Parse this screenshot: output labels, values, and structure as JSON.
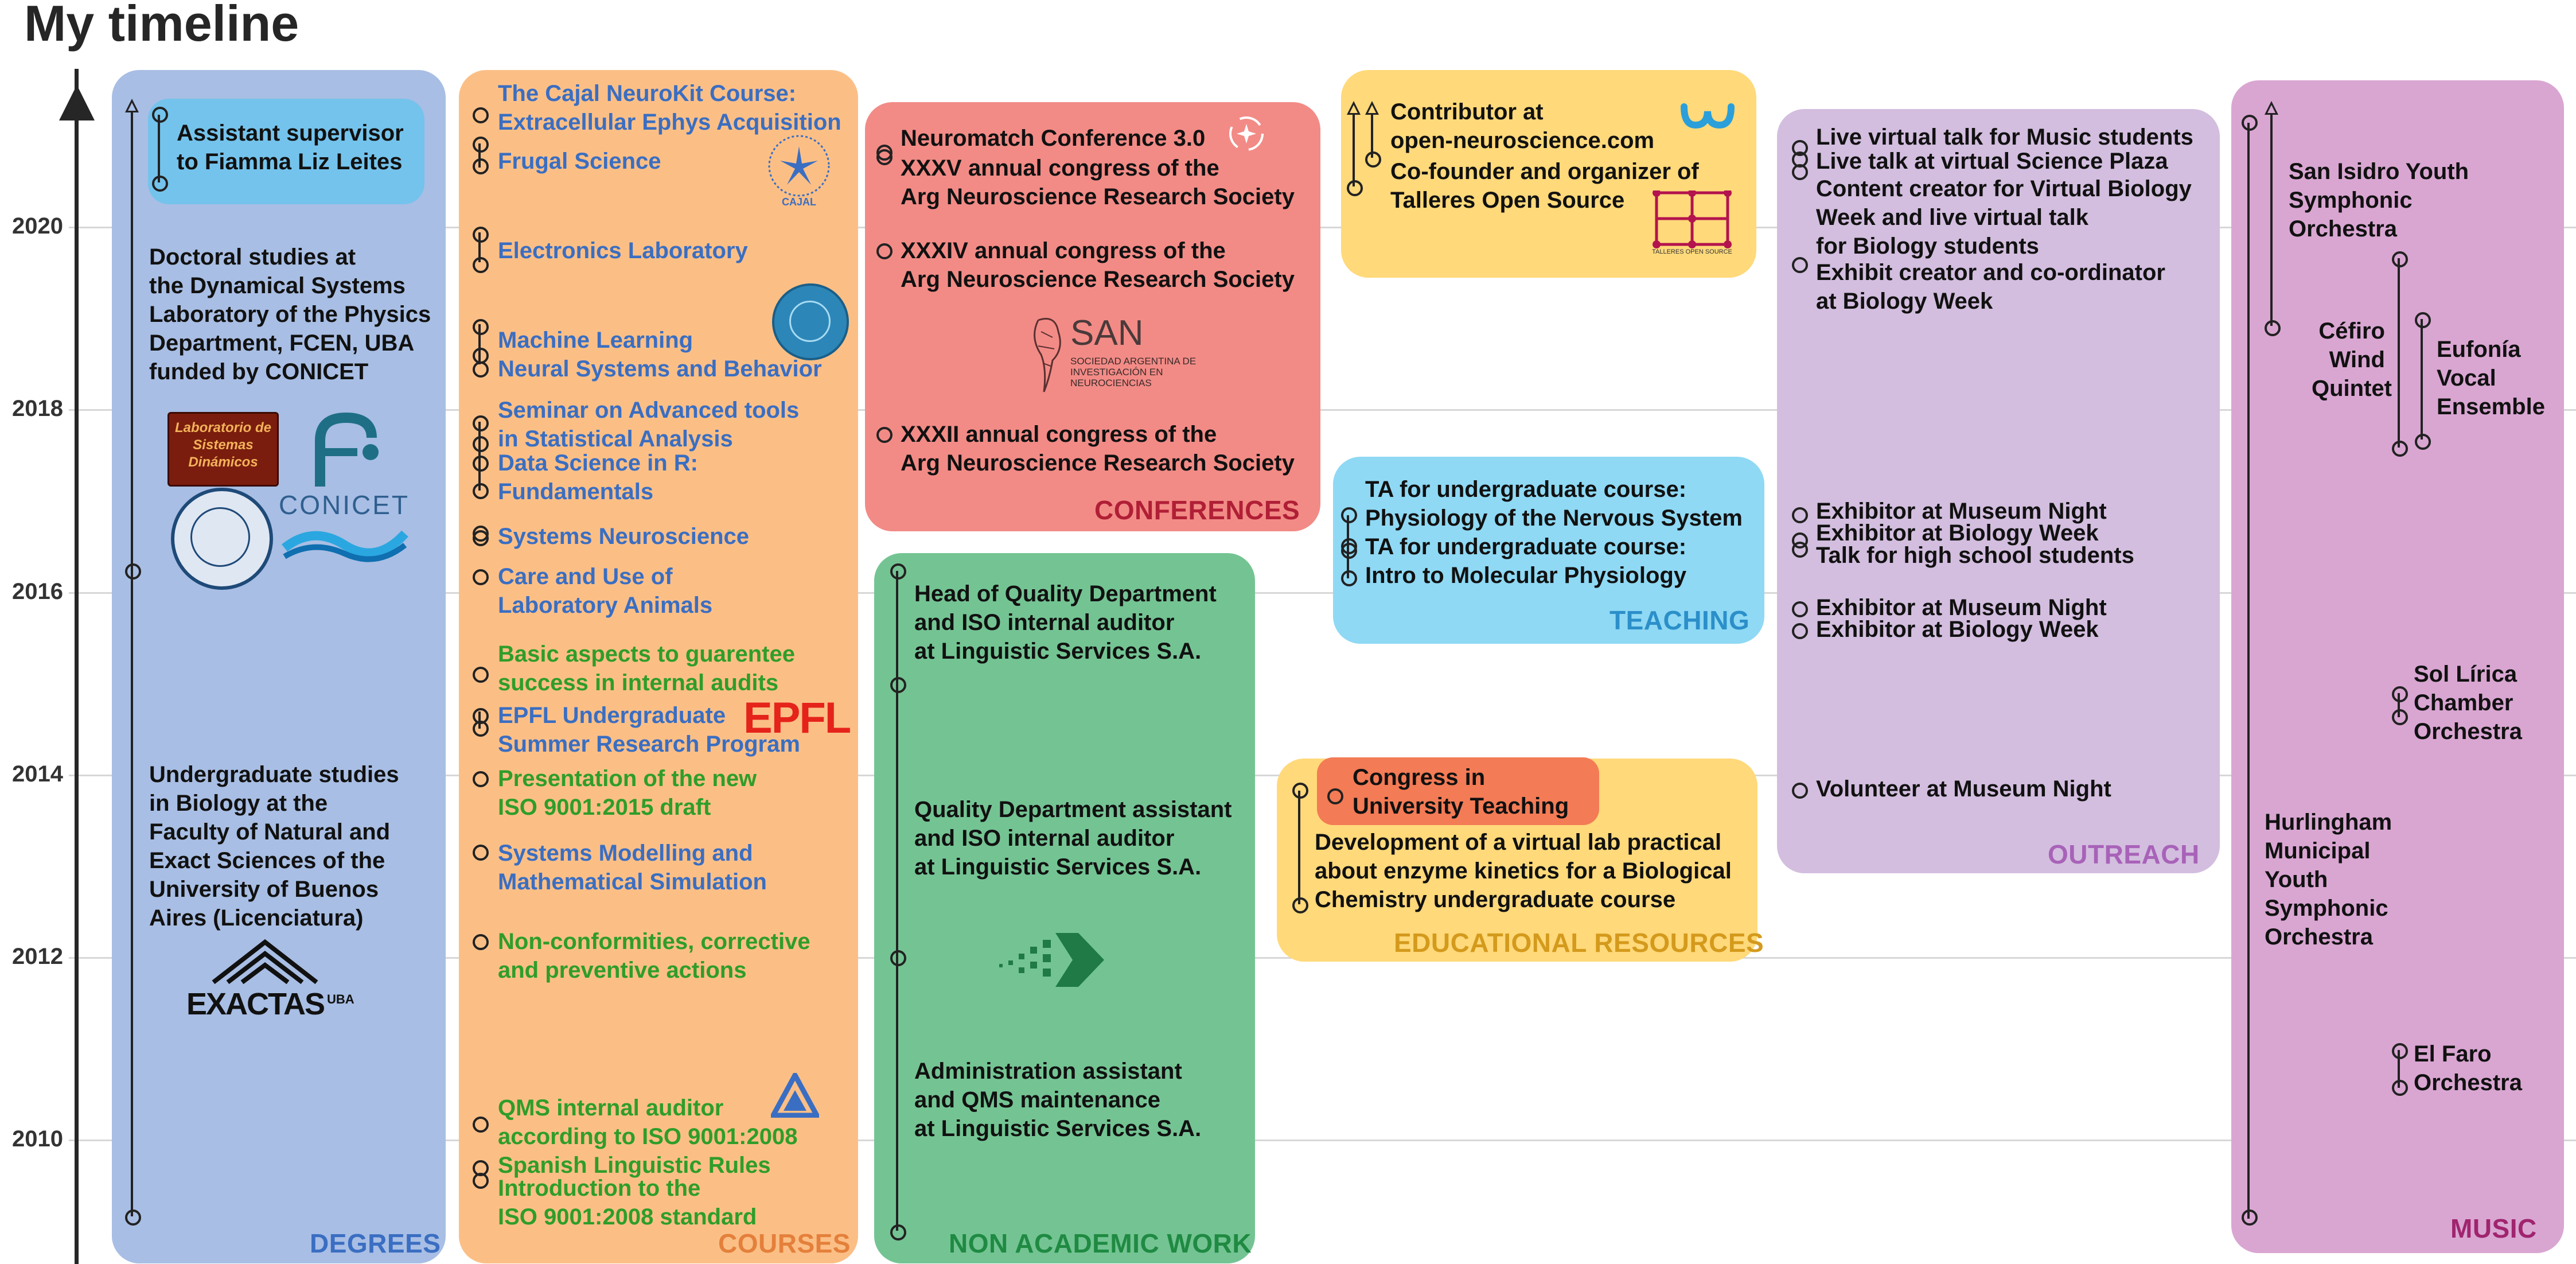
{
  "title": "My timeline",
  "colors": {
    "degrees": "#a8bee4",
    "courses": "#fbbf86",
    "conferences": "#f28b86",
    "non_academic": "#74c493",
    "teaching": "#8fd9f4",
    "educational": "#ffd97a",
    "outreach": "#d3bedf",
    "music": "#d9a6d2",
    "contributor": "#ffd97a",
    "assistant_box": "#74c3ec",
    "congress_box": "#f37b55"
  },
  "axis": {
    "years": [
      "2020",
      "2018",
      "2016",
      "2014",
      "2012",
      "2010"
    ]
  },
  "panels": {
    "degrees": {
      "label": "DEGREES",
      "assistant": "Assistant supervisor\nto Fiamma Liz Leites",
      "doctoral": "Doctoral studies at\nthe Dynamical Systems\nLaboratory of the Physics\nDepartment, FCEN, UBA\nfunded by CONICET",
      "undergrad": "Undergraduate studies\nin Biology at the\nFaculty of Natural and\nExact Sciences of the\nUniversity of Buenos\nAires (Licenciatura)",
      "logos": {
        "conicet": "CONICET",
        "exactas": "EXACTAS",
        "uba": "UBA",
        "lab": "Laboratorio de\nSistemas\nDinámicos"
      }
    },
    "courses": {
      "label": "COURSES",
      "items": [
        "The Cajal NeuroKit Course:\nExtracellular Ephys Acquisition",
        "Frugal Science",
        "Electronics Laboratory",
        "Machine Learning\nNeural Systems and Behavior",
        "Seminar on Advanced tools\nin Statistical Analysis",
        "Data Science in R:\nFundamentals",
        "Systems Neuroscience",
        "Care and Use of\nLaboratory Animals",
        "Basic aspects to guarentee\nsuccess in internal audits",
        "EPFL Undergraduate\nSummer Research Program",
        "Presentation of the new\nISO 9001:2015 draft",
        "Systems Modelling and\nMathematical Simulation",
        "Non-conformities, corrective\nand preventive actions",
        "QMS internal auditor\naccording to ISO 9001:2008",
        "Spanish Linguistic Rules",
        "Introduction to the\nISO 9001:2008 standard"
      ],
      "logos": {
        "epfl": "EPFL",
        "cajal": "CAJAL"
      }
    },
    "conferences": {
      "label": "CONFERENCES",
      "items": [
        "Neuromatch Conference 3.0",
        "XXXV annual congress of the\nArg Neuroscience Research Society",
        "XXXIV annual congress of the\nArg Neuroscience Research Society",
        "XXXII annual congress of the\nArg Neuroscience Research Society"
      ],
      "san": {
        "name": "SAN",
        "subtitle": "SOCIEDAD ARGENTINA DE\nINVESTIGACIÓN EN\nNEUROCIENCIAS"
      }
    },
    "non_academic": {
      "label": "NON ACADEMIC WORK",
      "items": [
        "Head of Quality Department\nand ISO internal auditor\nat Linguistic Services S.A.",
        "Quality Department assistant\nand ISO internal auditor\nat Linguistic Services S.A.",
        "Administration assistant\nand QMS maintenance\nat Linguistic Services S.A."
      ]
    },
    "contributor": {
      "items": [
        "Contributor at\nopen-neuroscience.com",
        "Co-founder and organizer of\nTalleres Open Source"
      ],
      "logo_caption": "TALLERES OPEN SOURCE"
    },
    "teaching": {
      "label": "TEACHING",
      "items": [
        "TA for undergraduate course:\nPhysiology of the Nervous System",
        "TA for undergraduate course:\nIntro to Molecular Physiology"
      ]
    },
    "educational": {
      "label": "EDUCATIONAL RESOURCES",
      "congress": "Congress in\nUniversity Teaching",
      "virtual_lab": "Development of a virtual lab practical\nabout enzyme kinetics for a Biological\nChemistry undergraduate course"
    },
    "outreach": {
      "label": "OUTREACH",
      "items": [
        "Live virtual talk for Music students",
        "Live talk at virtual Science Plaza",
        "Content creator for Virtual Biology\nWeek and live virtual talk\nfor Biology students",
        "Exhibit creator and co-ordinator\nat Biology Week",
        "Exhibitor at Museum Night",
        "Exhibitor at Biology Week",
        "Talk for high school students",
        "Exhibitor at Museum Night",
        "Exhibitor at Biology Week",
        "Volunteer at Museum Night"
      ]
    },
    "music": {
      "label": "MUSIC",
      "items": [
        "San Isidro Youth\nSymphonic\nOrchestra",
        "Céfiro\nWind\nQuintet",
        "Eufonía\nVocal\nEnsemble",
        "Sol Lírica\nChamber\nOrchestra",
        "Hurlingham\nMunicipal\nYouth\nSymphonic\nOrchestra",
        "El Faro\nOrchestra"
      ]
    }
  }
}
